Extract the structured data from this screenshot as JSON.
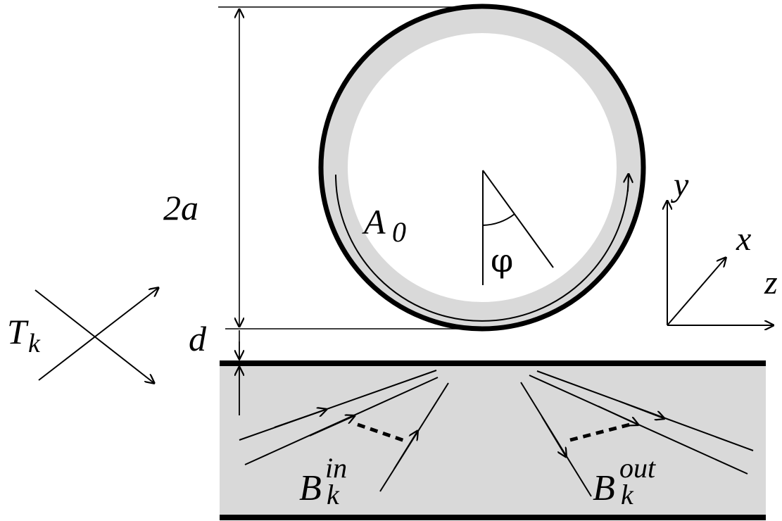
{
  "labels": {
    "two_a": "2a",
    "d": "d",
    "A_base": "A",
    "A_sub": "0",
    "phi": "φ",
    "T_base": "T",
    "T_sub": "k",
    "y": "y",
    "x": "x",
    "z": "z",
    "Bin_base": "B",
    "Bin_sup": "in",
    "Bin_sub": "k",
    "Bout_base": "B",
    "Bout_sup": "out",
    "Bout_sub": "k"
  },
  "colors": {
    "ink": "#000000",
    "fill": "#d9d9d9",
    "background": "#ffffff"
  }
}
